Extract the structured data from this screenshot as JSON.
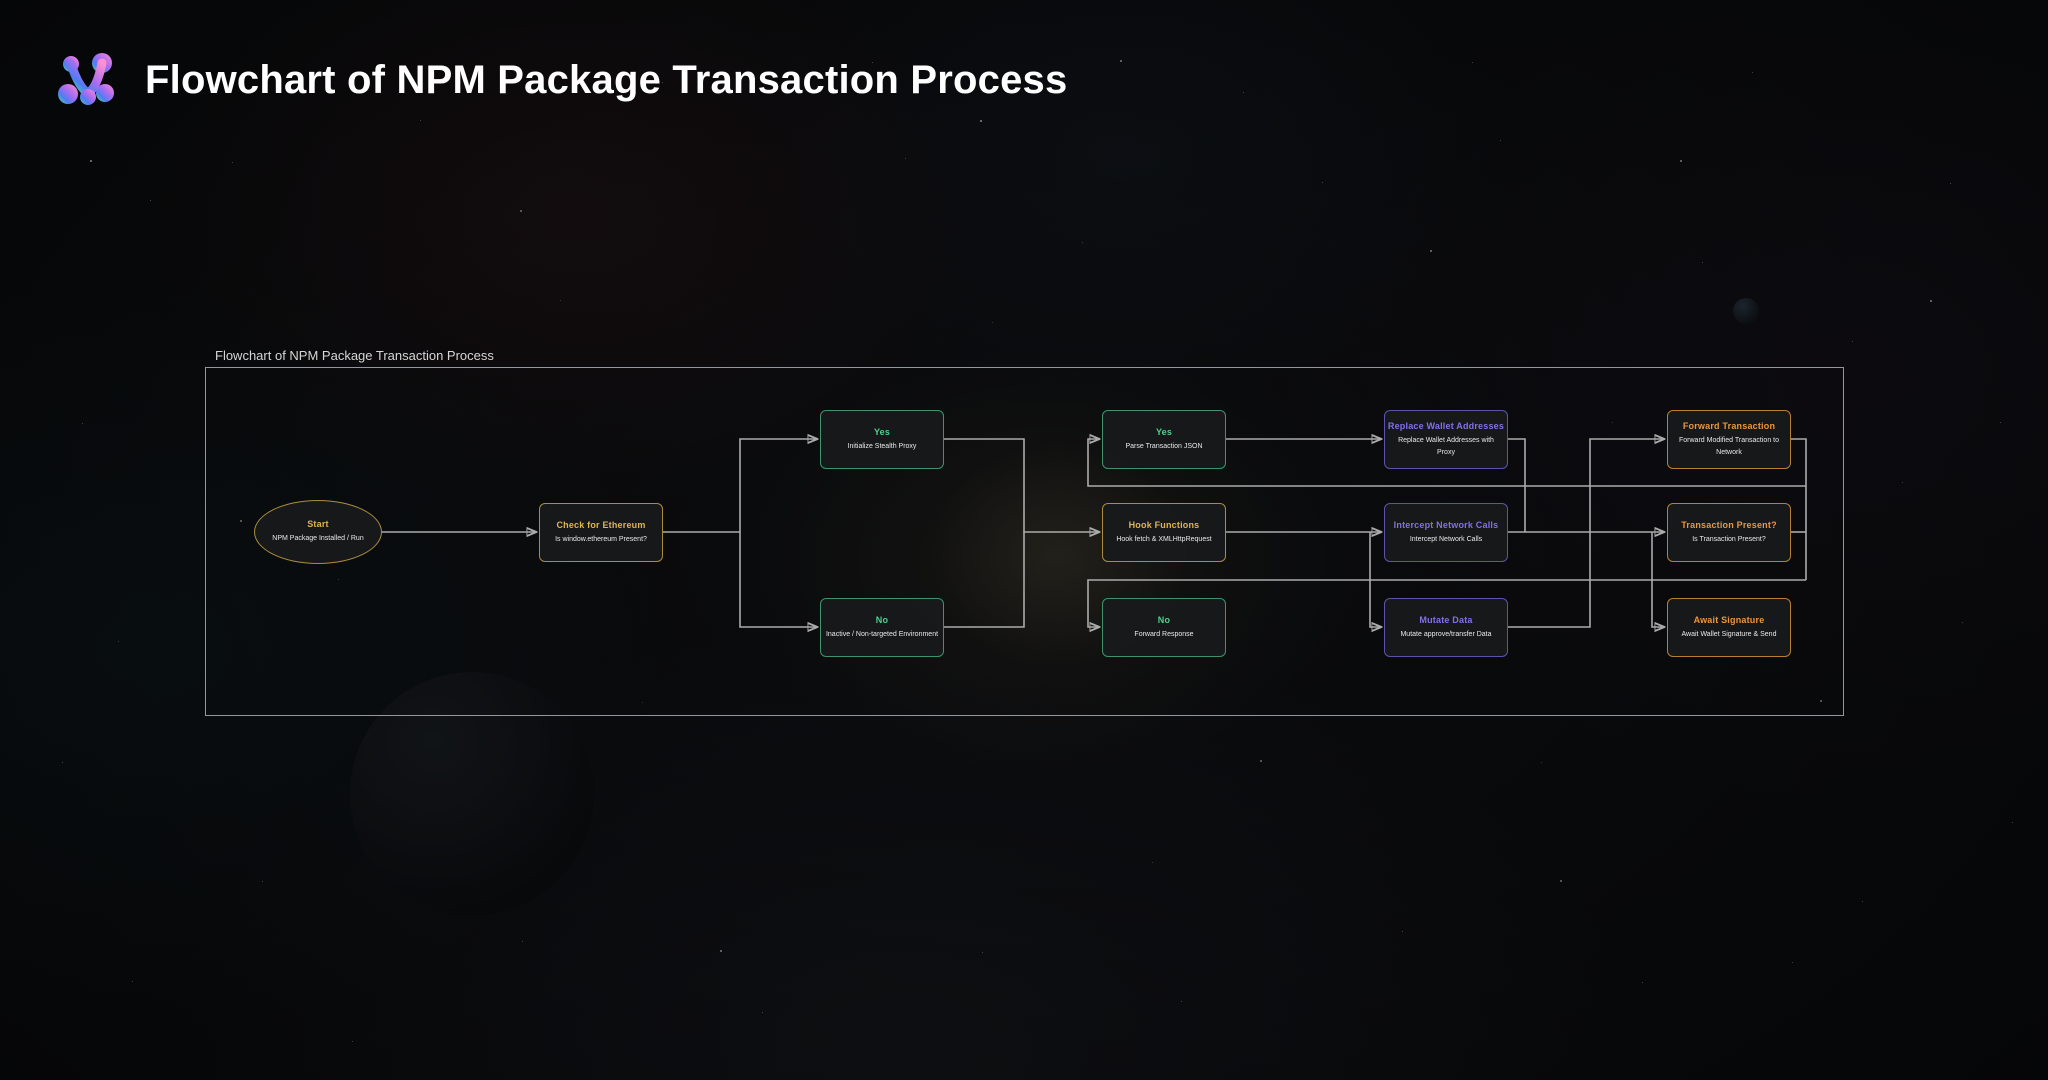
{
  "header": {
    "title": "Flowchart of NPM Package Transaction Process"
  },
  "diagram": {
    "label": "Flowchart of NPM Package Transaction Process",
    "nodes": [
      {
        "id": "start",
        "title": "Start",
        "subtitle": "NPM Package Installed / Run",
        "color": "gold",
        "shape": "ellipse"
      },
      {
        "id": "check-ethereum",
        "title": "Check for Ethereum",
        "subtitle": "Is window.ethereum Present?",
        "color": "gold",
        "shape": "rect"
      },
      {
        "id": "yes-init-proxy",
        "title": "Yes",
        "subtitle": "Initialize Stealth Proxy",
        "color": "green",
        "shape": "rect"
      },
      {
        "id": "no-inactive",
        "title": "No",
        "subtitle": "Inactive / Non-targeted Environment",
        "color": "green",
        "shape": "rect"
      },
      {
        "id": "yes-parse-json",
        "title": "Yes",
        "subtitle": "Parse Transaction JSON",
        "color": "green",
        "shape": "rect"
      },
      {
        "id": "hook-functions",
        "title": "Hook Functions",
        "subtitle": "Hook fetch & XMLHttpRequest",
        "color": "gold",
        "shape": "rect"
      },
      {
        "id": "no-forward-response",
        "title": "No",
        "subtitle": "Forward Response",
        "color": "green",
        "shape": "rect"
      },
      {
        "id": "replace-wallet",
        "title": "Replace Wallet Addresses",
        "subtitle": "Replace Wallet Addresses with Proxy",
        "color": "purple",
        "shape": "rect"
      },
      {
        "id": "intercept-calls",
        "title": "Intercept Network Calls",
        "subtitle": "Intercept Network Calls",
        "color": "purple",
        "shape": "rect"
      },
      {
        "id": "mutate-data",
        "title": "Mutate Data",
        "subtitle": "Mutate approve/transfer Data",
        "color": "purple",
        "shape": "rect"
      },
      {
        "id": "forward-transaction",
        "title": "Forward Transaction",
        "subtitle": "Forward Modified Transaction to Network",
        "color": "orange",
        "shape": "rect"
      },
      {
        "id": "transaction-present",
        "title": "Transaction Present?",
        "subtitle": "Is Transaction Present?",
        "color": "orange",
        "shape": "rect"
      },
      {
        "id": "await-signature",
        "title": "Await Signature",
        "subtitle": "Await Wallet Signature & Send",
        "color": "orange",
        "shape": "rect"
      }
    ],
    "edges": [
      {
        "from": "start",
        "to": "check-ethereum"
      },
      {
        "from": "check-ethereum",
        "to": "yes-init-proxy"
      },
      {
        "from": "check-ethereum",
        "to": "no-inactive"
      },
      {
        "from": "yes-init-proxy",
        "to": "hook-functions"
      },
      {
        "from": "no-inactive",
        "to": "hook-functions"
      },
      {
        "from": "hook-functions",
        "to": "intercept-calls"
      },
      {
        "from": "hook-functions",
        "to": "mutate-data"
      },
      {
        "from": "yes-parse-json",
        "to": "replace-wallet"
      },
      {
        "from": "replace-wallet",
        "to": "transaction-present"
      },
      {
        "from": "intercept-calls",
        "to": "transaction-present"
      },
      {
        "from": "intercept-calls",
        "to": "await-signature"
      },
      {
        "from": "mutate-data",
        "to": "forward-transaction"
      },
      {
        "from": "transaction-present",
        "to": "no-forward-response"
      },
      {
        "from": "forward-transaction",
        "to": "yes-parse-json"
      }
    ],
    "colors": {
      "gold_title": "#dfb54e",
      "gold_border": "#ab8c3c",
      "green_title": "#4fd08e",
      "green_border": "#3f926b",
      "purple_title": "#8171e8",
      "purple_border": "#5b53ae",
      "orange_title": "#e99740",
      "orange_border": "#b5812f",
      "edge": "#ababab",
      "node_fill": "#17191c",
      "container_border": "#acb0b5",
      "title_text": "#ffffff",
      "label_text": "#d6d6d6"
    }
  }
}
